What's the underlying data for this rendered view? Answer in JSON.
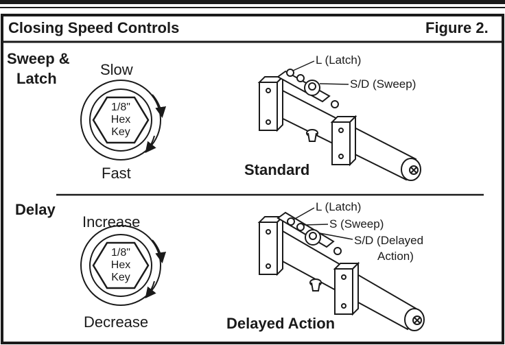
{
  "header": {
    "title": "Closing Speed Controls",
    "figure_label": "Figure 2."
  },
  "section_top": {
    "heading_line1": "Sweep &",
    "heading_line2": "Latch",
    "dial_top": "Slow",
    "dial_bottom": "Fast",
    "key_line1": "1/8\"",
    "key_line2": "Hex",
    "key_line3": "Key",
    "callout_latch": "L (Latch)",
    "callout_sweep": "S/D (Sweep)",
    "caption": "Standard"
  },
  "section_bottom": {
    "heading": "Delay",
    "dial_top": "Increase",
    "dial_bottom": "Decrease",
    "key_line1": "1/8\"",
    "key_line2": "Hex",
    "key_line3": "Key",
    "callout_latch": "L (Latch)",
    "callout_sweep": "S (Sweep)",
    "callout_delay_line1": "S/D (Delayed",
    "callout_delay_line2": "Action)",
    "caption": "Delayed Action"
  },
  "colors": {
    "ink": "#1a1a1a",
    "background": "#ffffff"
  }
}
